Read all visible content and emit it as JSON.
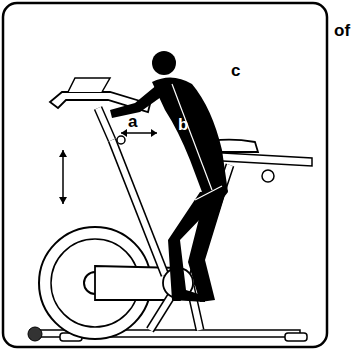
{
  "diagram": {
    "labels": [
      "of",
      "a",
      "b",
      "c"
    ]
  }
}
